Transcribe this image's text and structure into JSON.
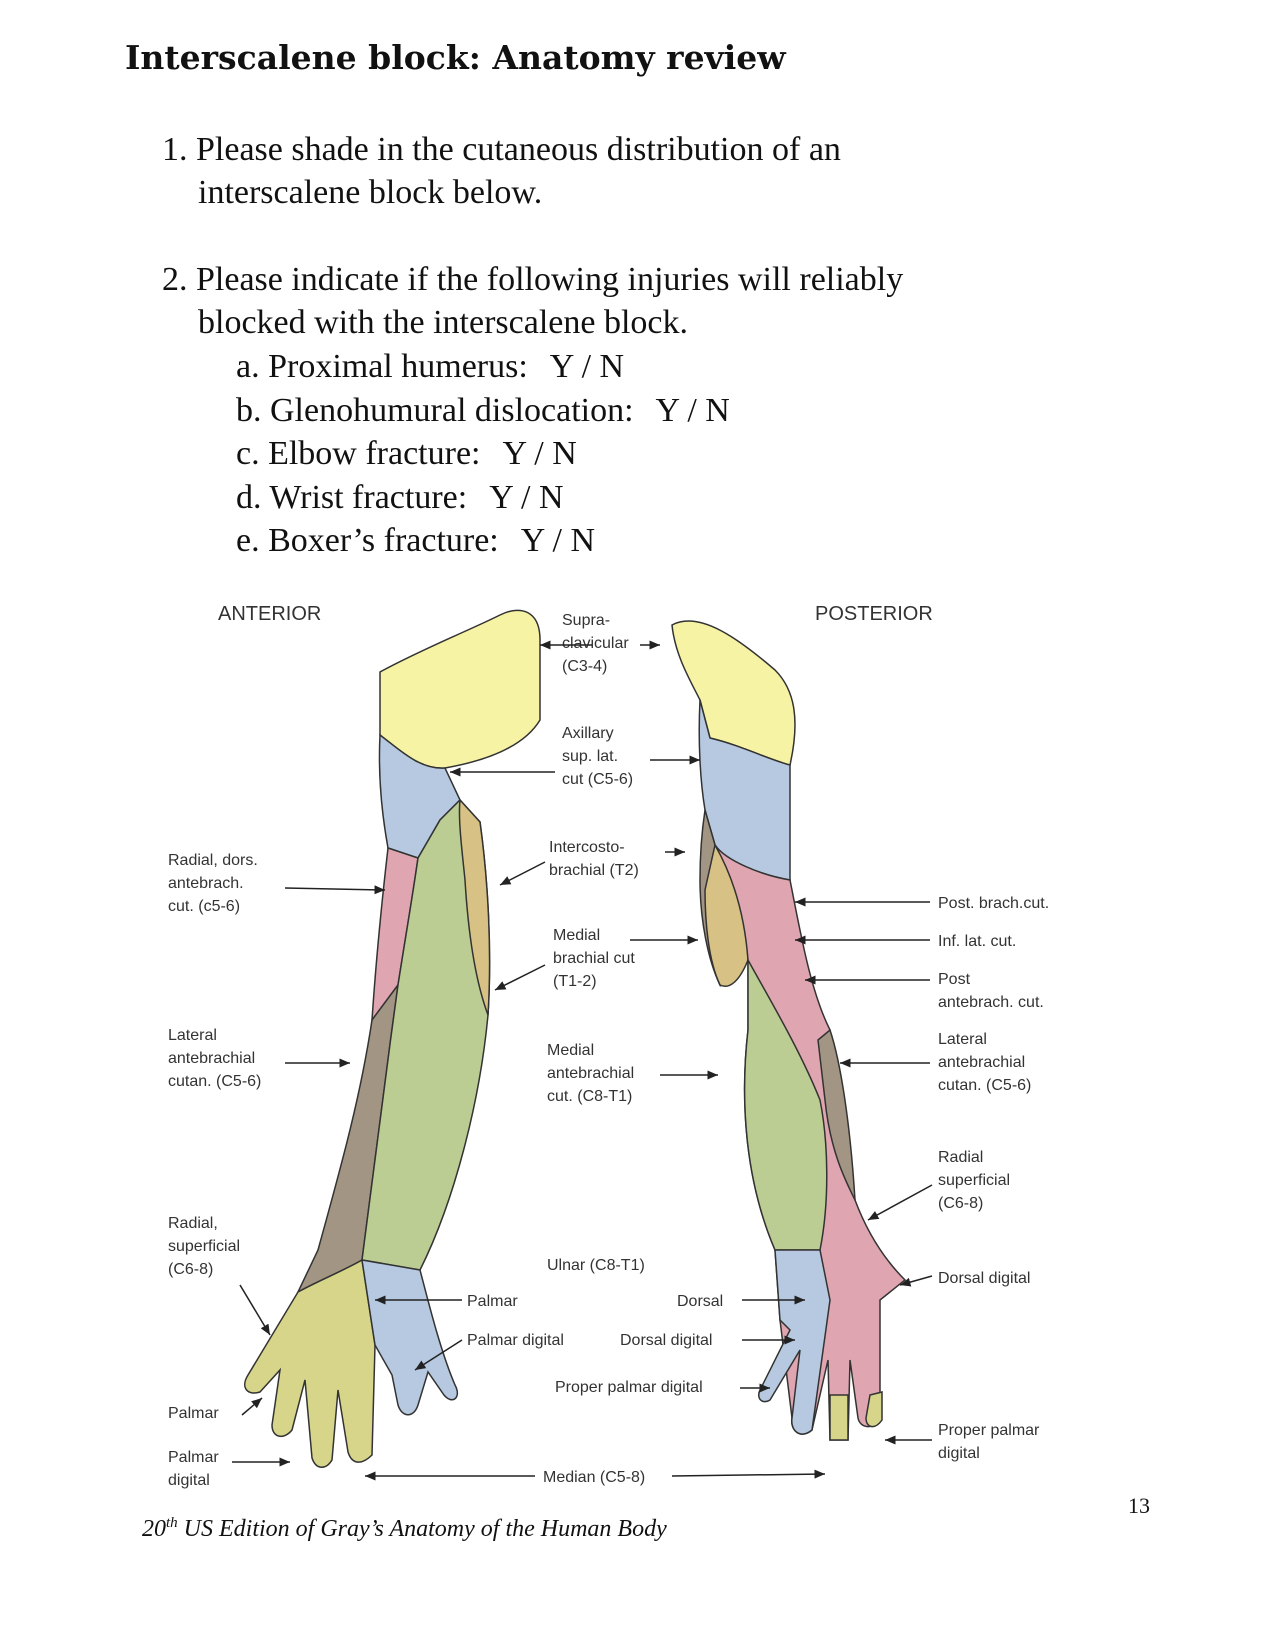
{
  "title": "Interscalene block: Anatomy review",
  "questions": {
    "q1_line1": "1. Please shade in the cutaneous distribution of an",
    "q1_line2": "interscalene block below.",
    "q2_line1": "2.  Please indicate if the following injuries will reliably",
    "q2_line2": "blocked with the interscalene block.",
    "options": [
      {
        "label": "a. Proximal humerus:",
        "answer": "Y  /  N"
      },
      {
        "label": "b. Glenohumural dislocation:",
        "answer": "Y  /  N"
      },
      {
        "label": "c. Elbow fracture:",
        "answer": "Y  /  N"
      },
      {
        "label": "d. Wrist fracture:",
        "answer": "Y  /  N"
      },
      {
        "label": "e. Boxer’s fracture:",
        "answer": "Y  /  N"
      }
    ]
  },
  "figure": {
    "anterior_label": "ANTERIOR",
    "posterior_label": "POSTERIOR",
    "left_labels": {
      "radial_dors": [
        "Radial, dors.",
        "antebrach.",
        "cut. (c5-6)"
      ],
      "lateral_antebrachial": [
        "Lateral",
        "antebrachial",
        "cutan. (C5-6)"
      ],
      "radial_superficial": [
        "Radial,",
        "superficial",
        "(C6-8)"
      ],
      "palmar": [
        "Palmar"
      ],
      "palmar_digital": [
        "Palmar",
        "digital"
      ]
    },
    "center_labels": {
      "supraclavicular": [
        "Supra-",
        "clavicular",
        "(C3-4)"
      ],
      "axillary": [
        "Axillary",
        "sup. lat.",
        "cut (C5-6)"
      ],
      "intercostobrachial": [
        "Intercosto-",
        "brachial (T2)"
      ],
      "medial_brachial": [
        "Medial",
        "brachial cut",
        "(T1-2)"
      ],
      "medial_antebrachial": [
        "Medial",
        "antebrachial",
        "cut. (C8-T1)"
      ],
      "ulnar": "Ulnar (C8-T1)",
      "palmar": "Palmar",
      "dorsal": "Dorsal",
      "palmar_digital": "Palmar digital",
      "dorsal_digital": "Dorsal digital",
      "proper_palmar_digital": "Proper palmar digital",
      "median": "Median (C5-8)"
    },
    "right_labels": {
      "post_brach": [
        "Post. brach.cut."
      ],
      "inf_lat": [
        "Inf. lat. cut."
      ],
      "post_antebrach": [
        "Post",
        "antebrach. cut."
      ],
      "lateral_antebrachial": [
        "Lateral",
        "antebrachial",
        "cutan. (C5-6)"
      ],
      "radial_superficial": [
        "Radial",
        "superficial",
        "(C6-8)"
      ],
      "dorsal_digital": [
        "Dorsal digital"
      ],
      "proper_palmar_digital": [
        "Proper palmar",
        "digital"
      ]
    },
    "colors": {
      "supraclavicular": "#f6f3a4",
      "axillary": "#b6c9e0",
      "radial": "#dfa6b1",
      "lateral_antebrachial": "#a39583",
      "medial": "#bccd94",
      "intercostobrachial": "#d7c184",
      "median": "#d6d58a"
    }
  },
  "caption": {
    "sup": "th",
    "pre": "20",
    "text": " US Edition of Gray’s Anatomy of the Human Body"
  },
  "page_number": "13"
}
